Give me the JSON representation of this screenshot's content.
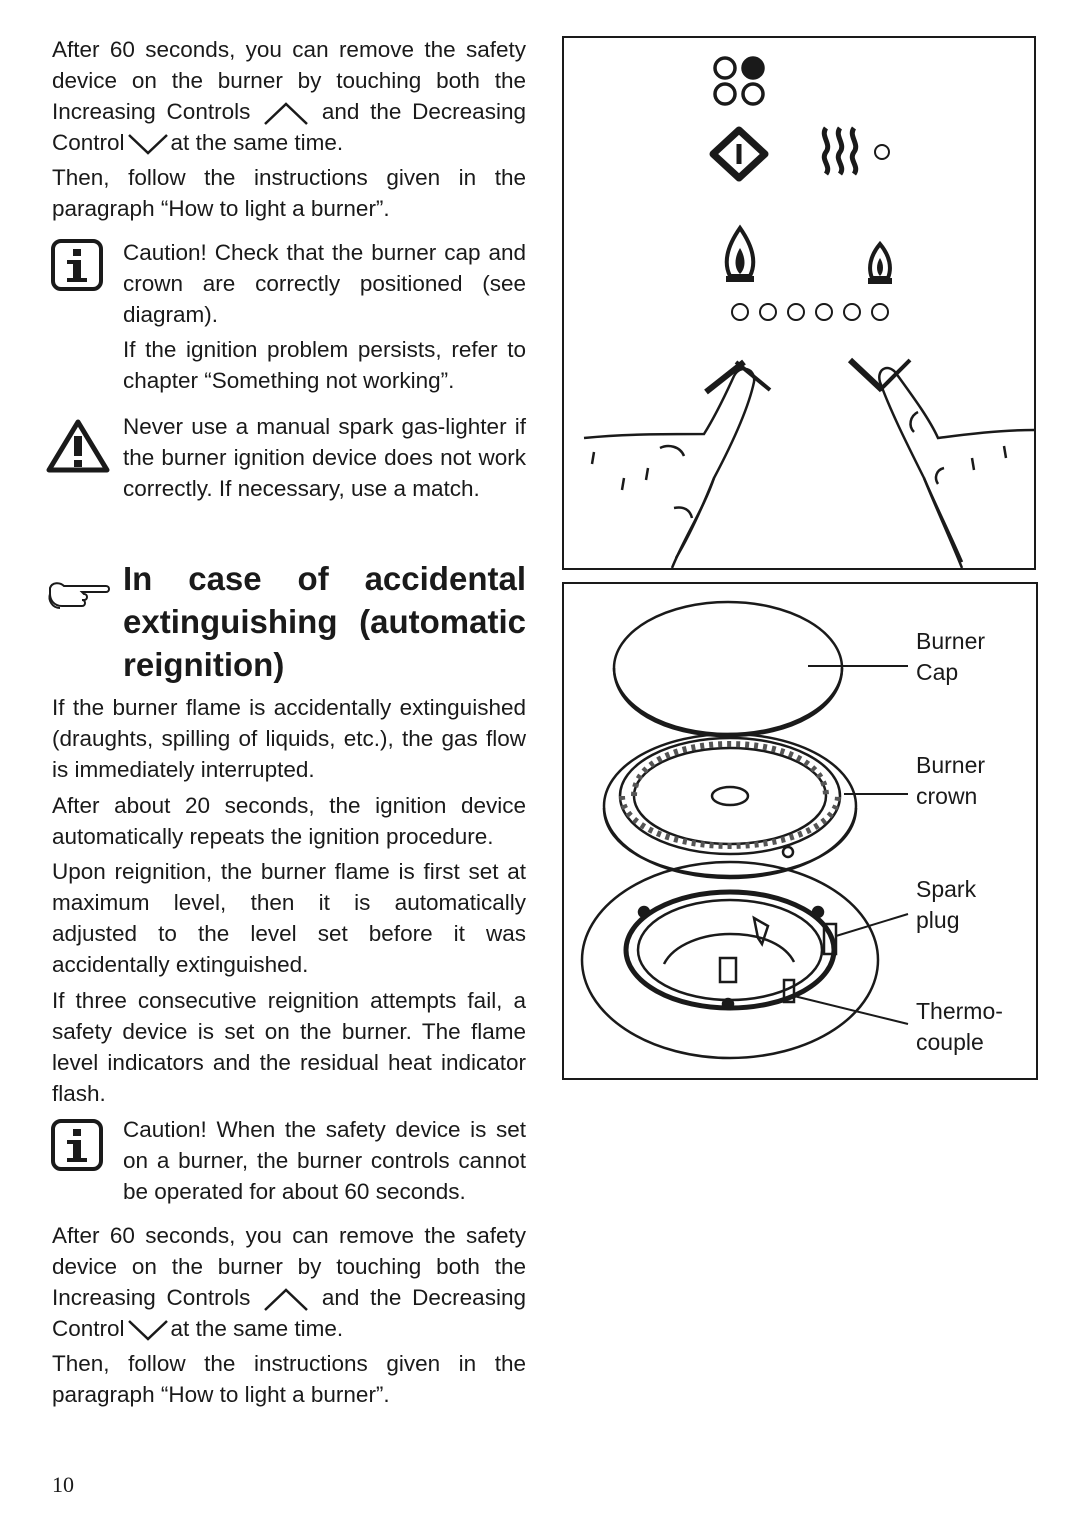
{
  "top": {
    "p1_a": "After 60 seconds, you can remove the safety device on the burner by touching both the Increasing Controls",
    "p1_b": "and the Decreasing Control",
    "p1_c": "at the same time.",
    "p2": "Then, follow the instructions given in the paragraph “How to light a burner”.",
    "caution1": "Caution! Check that the burner cap and crown are correctly positioned (see diagram).",
    "caution1_b": "If the ignition problem persists, refer to chapter “Something not working”.",
    "warning": "Never use a manual spark gas-lighter if the burner ignition device does not work correctly.  If necessary, use a match."
  },
  "section": {
    "heading": "In case of accidental extinguishing (automatic reignition)",
    "p1": "If the burner flame is accidentally extinguished (draughts, spilling of liquids, etc.), the gas flow is immediately interrupted.",
    "p2": "After about 20 seconds, the ignition device automatically repeats the ignition procedure.",
    "p3": "Upon reignition, the burner flame is first set at maximum level, then it is automatically adjusted to the level set before it was accidentally extinguished.",
    "p4": "If three consecutive reignition attempts fail, a safety device is set on the burner. The flame level indicators and the residual heat indicator flash.",
    "caution2": "Caution! When the safety device is set on a burner, the burner controls cannot be operated for about 60 seconds.",
    "p5_a": "After 60 seconds, you can remove the safety device on the burner by touching both the Increasing Controls",
    "p5_b": "and the Decreasing Control",
    "p5_c": "at the same time.",
    "p6": "Then, follow the instructions given in the paragraph “How to light a burner”."
  },
  "diagram": {
    "cap_label_1": "Burner",
    "cap_label_2": "Cap",
    "crown_label_1": "Burner",
    "crown_label_2": "crown",
    "spark_label_1": "Spark",
    "spark_label_2": "plug",
    "thermo_label_1": "Thermo-",
    "thermo_label_2": "couple"
  },
  "page_number": "10"
}
